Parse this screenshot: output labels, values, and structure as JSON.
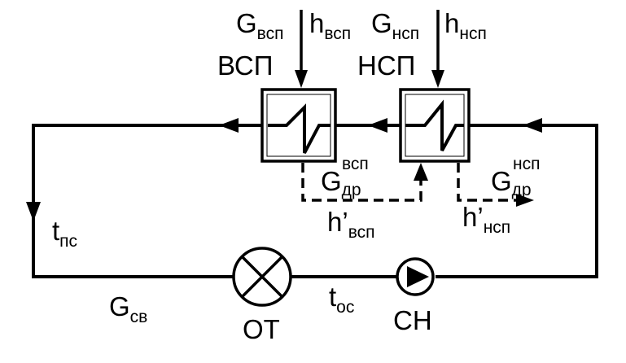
{
  "labels": {
    "g_vsp": {
      "main": "G",
      "sub": "всп"
    },
    "h_vsp": {
      "main": "h",
      "sub": "всп"
    },
    "g_nsp": {
      "main": "G",
      "sub": "нсп"
    },
    "h_nsp": {
      "main": "h",
      "sub": "нсп"
    },
    "vsp": "ВСП",
    "nsp": "НСП",
    "g_dr_vsp": {
      "main": "G",
      "sub": "др",
      "sup": "всп"
    },
    "g_dr_nsp": {
      "main": "G",
      "sub": "др",
      "sup": "нсп"
    },
    "h_prime_vsp": {
      "main": "h’",
      "sub": "всп"
    },
    "h_prime_nsp": {
      "main": "h’",
      "sub": "нсп"
    },
    "t_ps": {
      "main": "t",
      "sub": "пс"
    },
    "g_sv": {
      "main": "G",
      "sub": "св"
    },
    "t_os": {
      "main": "t",
      "sub": "ос"
    },
    "ot": "ОТ",
    "sn": "СН"
  }
}
